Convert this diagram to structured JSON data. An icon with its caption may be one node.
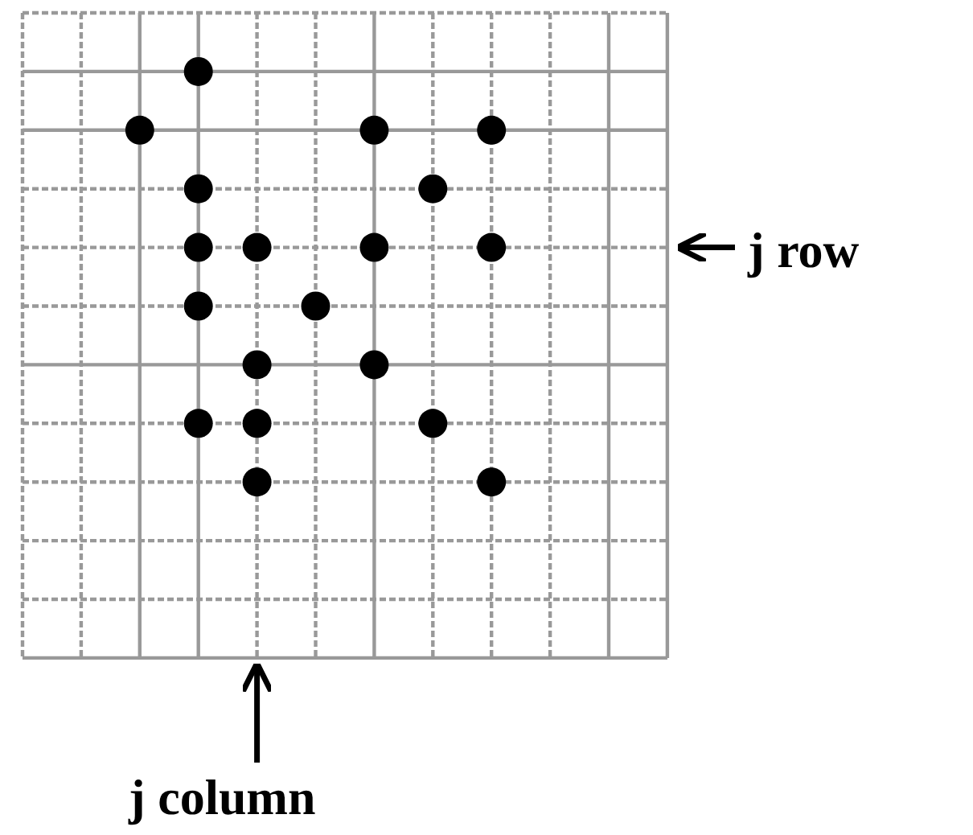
{
  "diagram": {
    "nodes": [
      {
        "text": [
          "j row"
        ]
      },
      {
        "text": [
          "j column"
        ]
      }
    ],
    "edges": [
      {
        "from": 0,
        "to": null,
        "arrow": "to"
      },
      {
        "from": 1,
        "to": null,
        "arrow": "to"
      }
    ]
  }
}
